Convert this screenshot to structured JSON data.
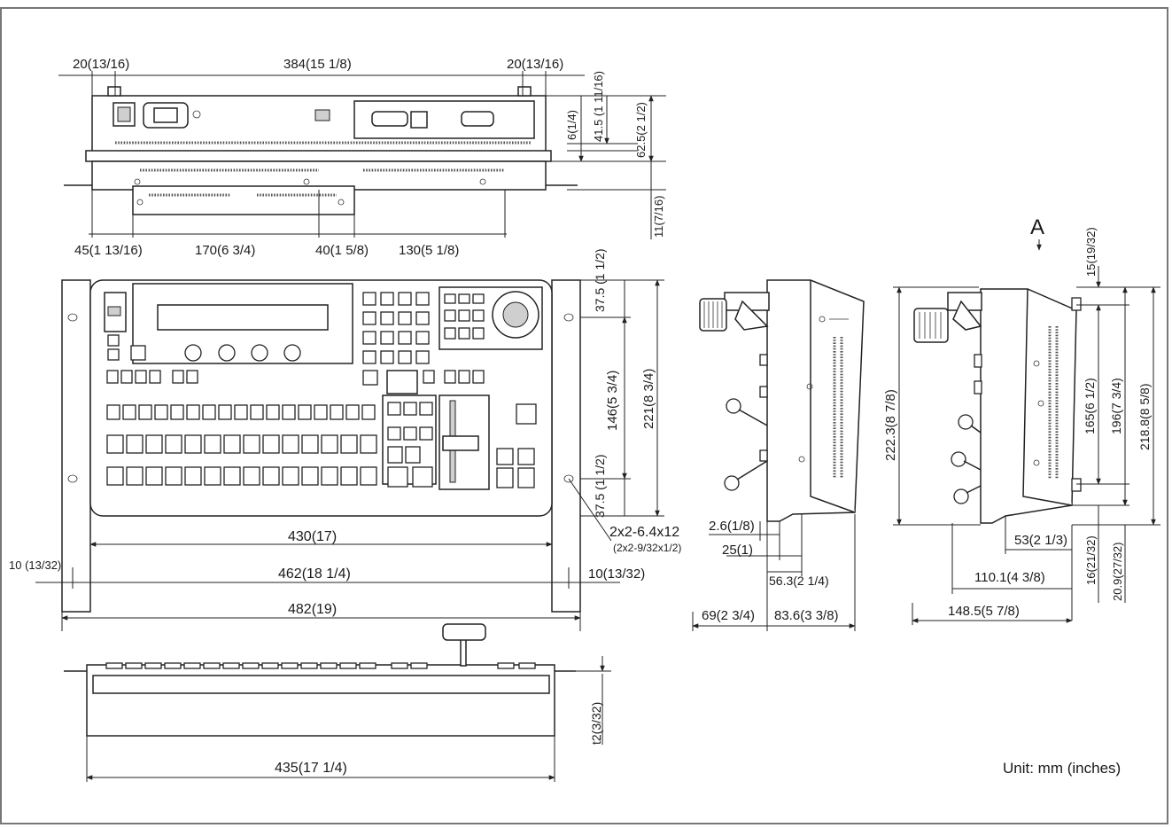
{
  "unit_note": "Unit: mm (inches)",
  "view_label": "A",
  "rear_view": {
    "dims": {
      "left_margin": "20(13/16)",
      "width": "384(15 1/8)",
      "right_margin": "20(13/16)",
      "h_6": "6(1/4)",
      "h_41": "41.5 (1 11/16)",
      "h_62": "62.5(2 1/2)",
      "h_11": "11(7/16)",
      "b_45": "45(1 13/16)",
      "b_170": "170(6 3/4)",
      "b_40": "40(1 5/8)",
      "b_130": "130(5 1/8)"
    }
  },
  "top_view": {
    "dims": {
      "r_37a": "37.5 (1 1/2)",
      "r_146": "146(5 3/4)",
      "r_221": "221(8 3/4)",
      "r_37b": "37.5 (1 1/2)",
      "hole_spec": "2x2-6.4x12",
      "hole_spec_in": "(2x2-9/32x1/2)",
      "w_430": "430(17)",
      "left_10": "10 (13/32)",
      "w_462": "462(18 1/4)",
      "right_10": "10(13/32)",
      "w_482": "482(19)"
    }
  },
  "front_view": {
    "dims": {
      "w_435": "435(17 1/4)",
      "t_2": "t2(3/32)"
    }
  },
  "side_view": {
    "dims": {
      "d_26": "2.6(1/8)",
      "d_25": "25(1)",
      "d_56": "56.3(2 1/4)",
      "d_69": "69(2 3/4)",
      "d_836": "83.6(3 3/8)"
    }
  },
  "side_view_a": {
    "dims": {
      "h_15": "15(19/32)",
      "h_2223": "222.3(8 7/8)",
      "h_165": "165(6 1/2)",
      "h_196": "196(7 3/4)",
      "h_2188": "218.8(8 5/8)",
      "d_53": "53(2 1/3)",
      "d_16": "16(21/32)",
      "d_209": "20.9(27/32)",
      "d_1101": "110.1(4 3/8)",
      "d_1485": "148.5(5 7/8)"
    }
  }
}
